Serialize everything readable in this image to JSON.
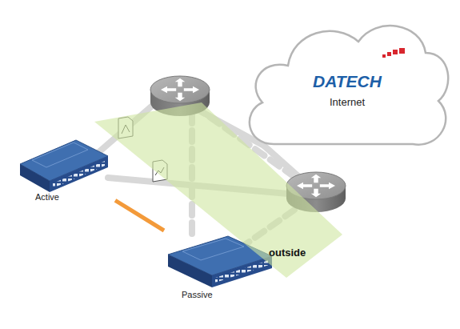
{
  "diagram": {
    "nodes": [
      {
        "text": [
          "DATECH",
          "Internet"
        ]
      },
      {
        "text": [
          "outside"
        ]
      },
      {
        "text": [
          "Active"
        ]
      },
      {
        "text": [
          "Passive"
        ]
      }
    ],
    "edges": [
      {
        "from": 2,
        "to": 3,
        "arrow": "none"
      }
    ]
  }
}
